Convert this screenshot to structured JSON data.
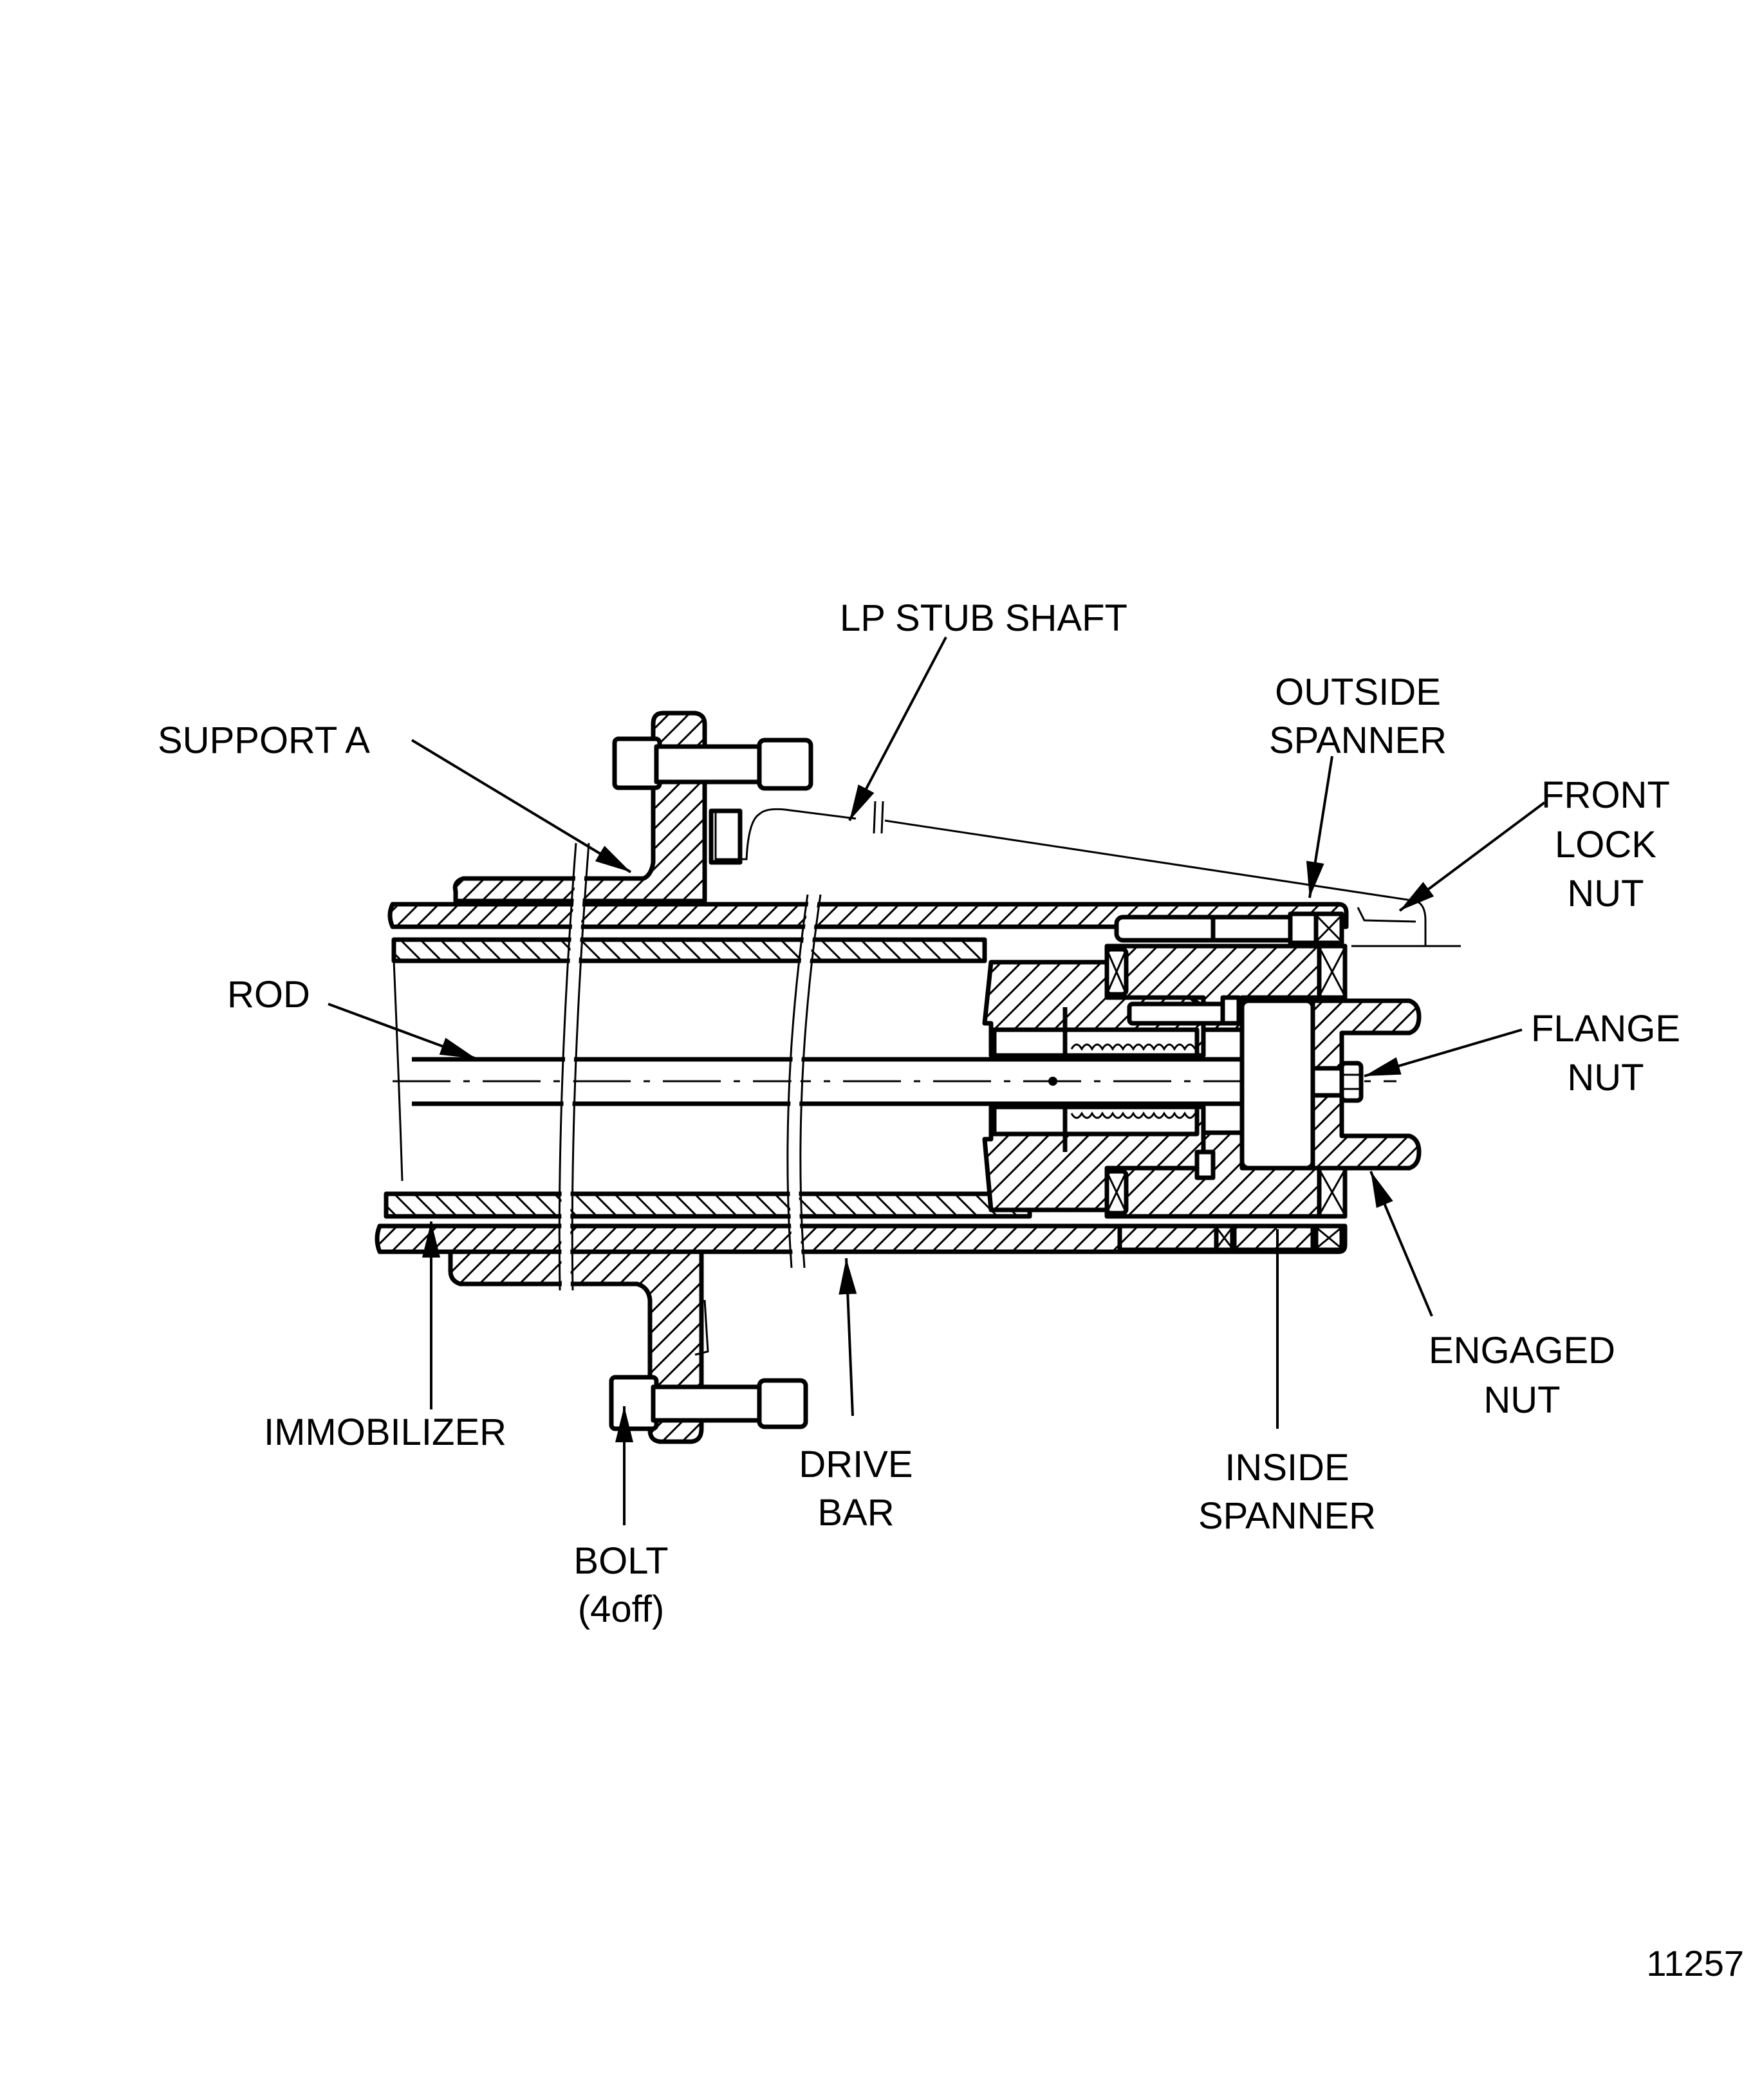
{
  "figure": {
    "number": "11257",
    "type": "sectional assembly drawing"
  },
  "labels": {
    "lp_stub_shaft": "LP STUB SHAFT",
    "support_a": "SUPPORT A",
    "outside_spanner": [
      "OUTSIDE",
      "SPANNER"
    ],
    "front_lock_nut": [
      "FRONT",
      "LOCK",
      "NUT"
    ],
    "rod": "ROD",
    "flange_nut": [
      "FLANGE",
      "NUT"
    ],
    "immobilizer": "IMMOBILIZER",
    "drive_bar": [
      "DRIVE",
      "BAR"
    ],
    "inside_spanner": [
      "INSIDE",
      "SPANNER"
    ],
    "engaged_nut": [
      "ENGAGED",
      "NUT"
    ],
    "bolt": [
      "BOLT",
      "(4off)"
    ]
  },
  "colors": {
    "ink": "#000000",
    "paper": "#ffffff"
  }
}
